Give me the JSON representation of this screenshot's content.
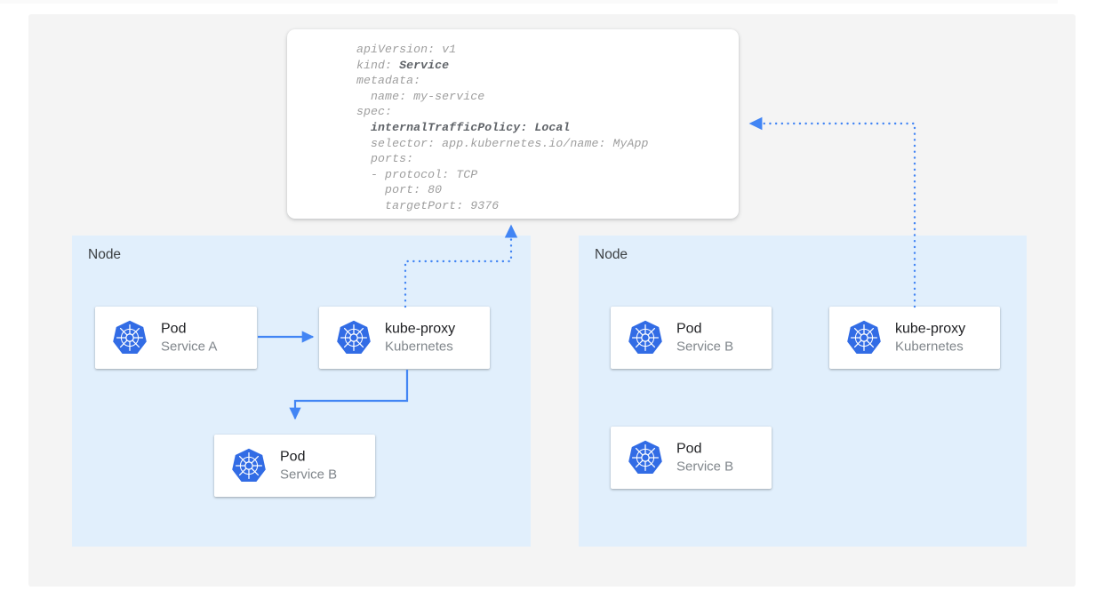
{
  "diagram": {
    "title": "Kubernetes internalTrafficPolicy Local diagram",
    "colors": {
      "canvas_bg": "#f4f4f4",
      "node_bg": "#e1effc",
      "card_bg": "#ffffff",
      "accent_blue": "#4285f4",
      "k8s_blue": "#326ce5",
      "title_text": "#202124",
      "subtitle_text": "#80868b",
      "yaml_text": "#9e9e9e",
      "yaml_bold_text": "#5f6368"
    }
  },
  "yaml_card": {
    "name": "service-manifest",
    "lines": [
      {
        "text": "apiVersion: v1",
        "bold": ""
      },
      {
        "text": "kind: ",
        "bold": "Service"
      },
      {
        "text": "metadata:",
        "bold": ""
      },
      {
        "text": "  name: my-service",
        "bold": ""
      },
      {
        "text": "spec:",
        "bold": ""
      },
      {
        "text": "  ",
        "bold": "internalTrafficPolicy: Local"
      },
      {
        "text": "  selector: app.kubernetes.io/name: MyApp",
        "bold": ""
      },
      {
        "text": "  ports:",
        "bold": ""
      },
      {
        "text": "  - protocol: TCP",
        "bold": ""
      },
      {
        "text": "    port: 80",
        "bold": ""
      },
      {
        "text": "    targetPort: 9376",
        "bold": ""
      }
    ]
  },
  "nodes": [
    {
      "label": "Node",
      "cards": [
        {
          "icon": "kubernetes-icon",
          "title": "Pod",
          "subtitle": "Service A"
        },
        {
          "icon": "kubernetes-icon",
          "title": "kube-proxy",
          "subtitle": "Kubernetes"
        },
        {
          "icon": "kubernetes-icon",
          "title": "Pod",
          "subtitle": "Service B"
        }
      ]
    },
    {
      "label": "Node",
      "cards": [
        {
          "icon": "kubernetes-icon",
          "title": "Pod",
          "subtitle": "Service B"
        },
        {
          "icon": "kubernetes-icon",
          "title": "kube-proxy",
          "subtitle": "Kubernetes"
        },
        {
          "icon": "kubernetes-icon",
          "title": "Pod",
          "subtitle": "Service B"
        }
      ]
    }
  ],
  "connectors": [
    {
      "name": "pod-a-to-kube-proxy",
      "style": "solid",
      "from": "Pod Service A",
      "to": "kube-proxy (left node)"
    },
    {
      "name": "kube-proxy-to-pod-b",
      "style": "solid",
      "from": "kube-proxy (left node)",
      "to": "Pod Service B (left node)"
    },
    {
      "name": "kube-proxy-left-to-manifest",
      "style": "dotted",
      "from": "kube-proxy (left node)",
      "to": "service-manifest"
    },
    {
      "name": "kube-proxy-right-to-manifest",
      "style": "dotted",
      "from": "kube-proxy (right node)",
      "to": "service-manifest"
    }
  ]
}
